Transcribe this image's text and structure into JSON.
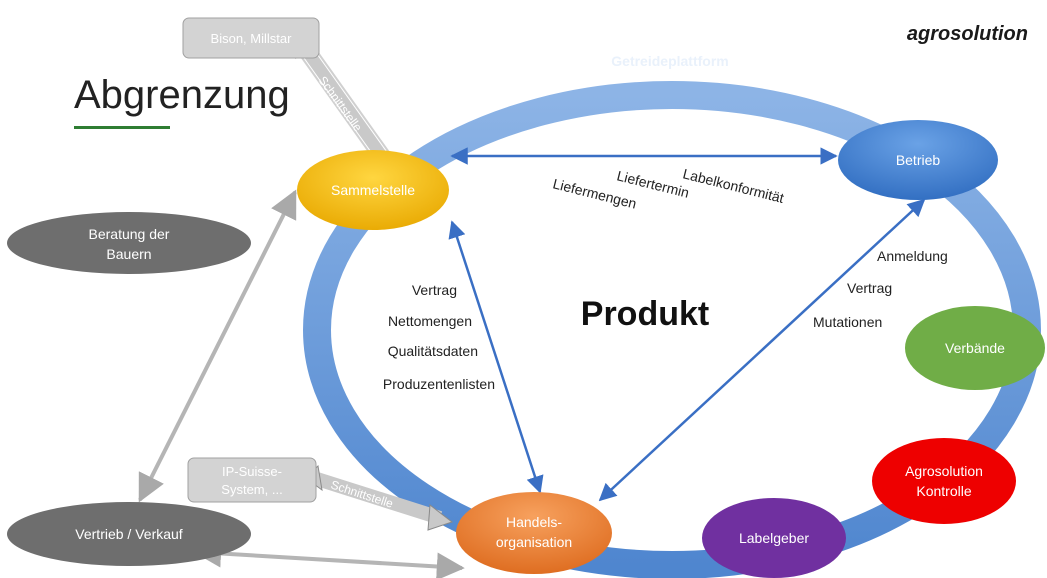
{
  "header": {
    "title": "Abgrenzung",
    "logo": "agrosolution"
  },
  "platform": {
    "label": "Getreideplattform",
    "center_label": "Produkt"
  },
  "nodes": {
    "sammelstelle": "Sammelstelle",
    "betrieb": "Betrieb",
    "handels_line1": "Handels-",
    "handels_line2": "organisation",
    "verbaende": "Verbände",
    "agro_kontrolle_line1": "Agrosolution",
    "agro_kontrolle_line2": "Kontrolle",
    "labelgeber": "Labelgeber",
    "beratung_line1": "Beratung der",
    "beratung_line2": "Bauern",
    "vertrieb": "Vertrieb / Verkauf"
  },
  "external_systems": {
    "bison": "Bison, Millstar",
    "ip_suisse_line1": "IP-Suisse-",
    "ip_suisse_line2": "System, ...",
    "interface_label_top": "Schnittstelle",
    "interface_label_bottom": "Schnittstelle"
  },
  "edge_labels": {
    "sammel_betrieb": [
      "Labelkonformität",
      "Liefertermin",
      "Liefermengen"
    ],
    "sammel_handels": [
      "Vertrag",
      "Nettomengen",
      "Qualitätsdaten",
      "Produzentenlisten"
    ],
    "betrieb_handels": [
      "Anmeldung",
      "Vertrag",
      "Mutationen"
    ]
  },
  "colors": {
    "ring": "#6f9fd8",
    "arrow_blue": "#3a6fc4",
    "sammelstelle": "#f2b800",
    "betrieb": "#3f7fd0",
    "handels": "#ed7d31",
    "verbaende": "#70ad47",
    "agro_kontrolle": "#ee0000",
    "labelgeber": "#7030a0",
    "gray_node": "#6e6e6e",
    "gray_box": "#d0d0d0",
    "title_underline": "#2e7d32"
  }
}
